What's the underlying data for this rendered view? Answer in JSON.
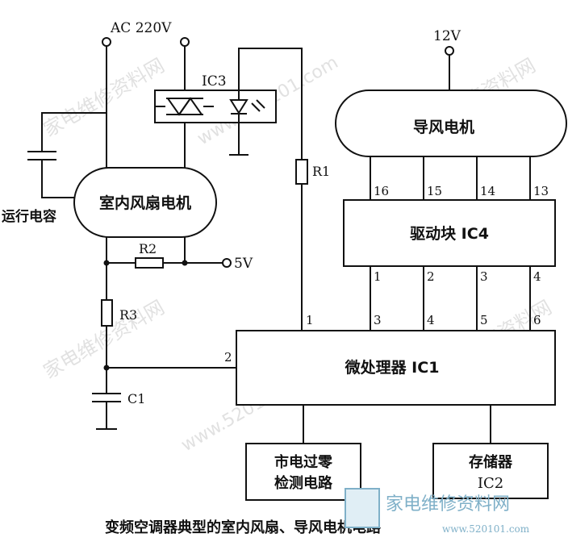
{
  "supply": {
    "ac": "AC 220V",
    "v12": "12V",
    "v5": "5V"
  },
  "components": {
    "ic3": "IC3",
    "r1": "R1",
    "r2": "R2",
    "r3": "R3",
    "c1": "C1",
    "run_cap": "运行电容",
    "indoor_fan": "室内风扇电机",
    "louver_motor": "导风电机",
    "driver": "驱动块 IC4",
    "mcu": "微处理器 IC1",
    "zero_cross_l1": "市电过零",
    "zero_cross_l2": "检测电路",
    "memory_l1": "存储器",
    "memory_l2": "IC2"
  },
  "pins": {
    "motor_16": "16",
    "motor_15": "15",
    "motor_14": "14",
    "motor_13": "13",
    "drv_1": "1",
    "drv_2": "2",
    "drv_3": "3",
    "drv_4": "4",
    "mcu_1": "1",
    "mcu_2": "2",
    "mcu_3": "3",
    "mcu_4": "4",
    "mcu_5": "5",
    "mcu_6": "6"
  },
  "caption": "变频空调器典型的室内风扇、导风电机电路",
  "watermark": {
    "url": "www.520101.com",
    "cn": "家电维修资料网"
  },
  "logo": {
    "cn": "家电维修资料网",
    "url": "www.520101.com"
  }
}
